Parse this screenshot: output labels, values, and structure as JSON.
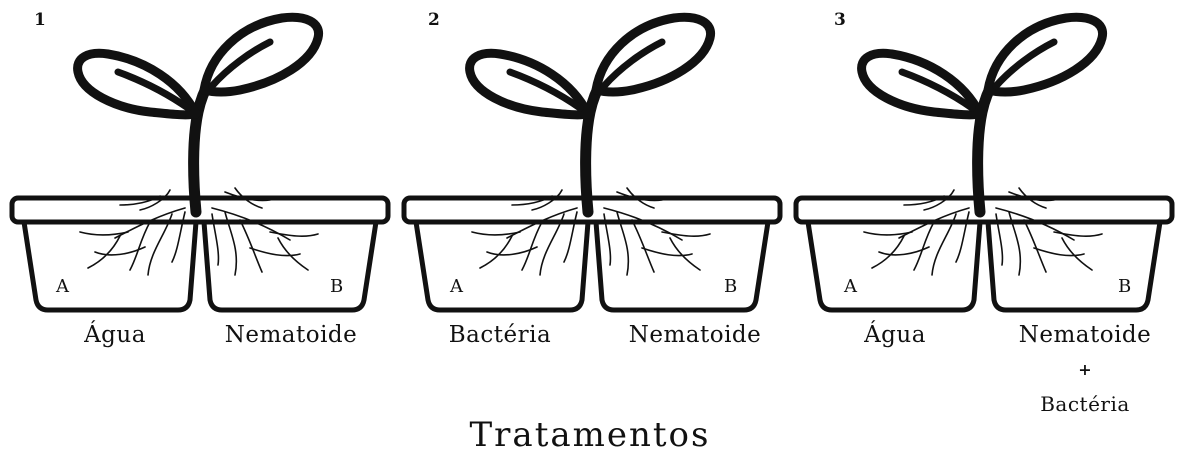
{
  "title": "Tratamentos",
  "treatments": [
    {
      "number": "1",
      "pot_a": "A",
      "pot_b": "B",
      "label_a": "Água",
      "label_b": "Nematoide"
    },
    {
      "number": "2",
      "pot_a": "A",
      "pot_b": "B",
      "label_a": "Bactéria",
      "label_b": "Nematoide"
    },
    {
      "number": "3",
      "pot_a": "A",
      "pot_b": "B",
      "label_a": "Água",
      "label_b_line1": "Nematoide",
      "label_b_plus": "+",
      "label_b_line2": "Bactéria"
    }
  ]
}
